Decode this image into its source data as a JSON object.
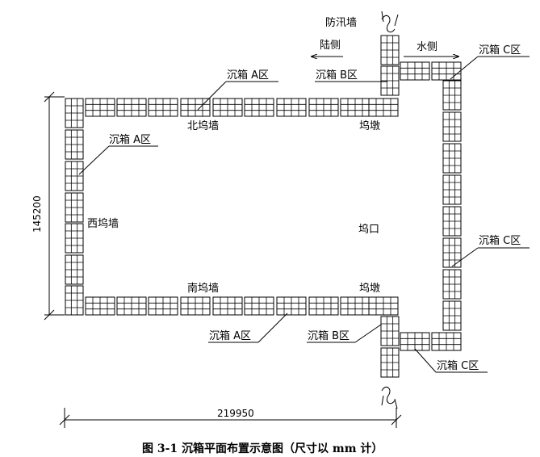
{
  "labels": {
    "flood_wall": "防汛墙",
    "land_side": "陆侧",
    "water_side": "水侧",
    "caisson_a_north": "沉箱  A区",
    "caisson_a_west": "沉箱  A区",
    "caisson_a_south": "沉箱  A区",
    "caisson_b_north": "沉箱  B区",
    "caisson_b_south": "沉箱  B区",
    "caisson_c_top": "沉箱  C区",
    "caisson_c_mid": "沉箱  C区",
    "caisson_c_bottom": "沉箱  C区",
    "north_wall": "北坞墙",
    "south_wall": "南坞墙",
    "west_wall": "西坞墙",
    "pier_north": "坞墩",
    "pier_south": "坞墩",
    "dock_mouth": "坞口",
    "height_dim": "145200",
    "width_dim": "219950",
    "caption": "图 3-1  沉箱平面布置示意图（尺寸以 mm 计）"
  },
  "colors": {
    "line": "#000000",
    "background": "#ffffff"
  }
}
